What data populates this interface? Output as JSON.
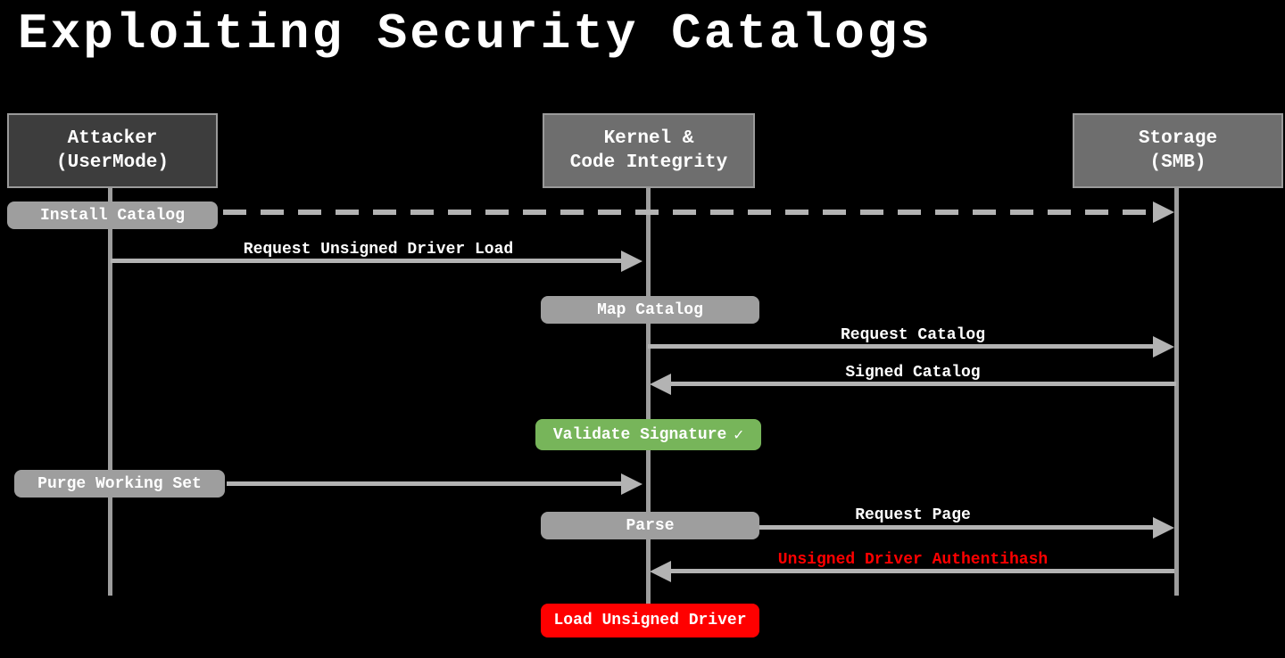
{
  "title": "Exploiting Security Catalogs",
  "actors": {
    "attacker": {
      "line1": "Attacker",
      "line2": "(UserMode)"
    },
    "kernel": {
      "line1": "Kernel &",
      "line2": "Code Integrity"
    },
    "storage": {
      "line1": "Storage",
      "line2": "(SMB)"
    }
  },
  "messages": {
    "install_catalog": "Install Catalog",
    "request_unsigned_driver_load": "Request Unsigned Driver Load",
    "map_catalog": "Map Catalog",
    "request_catalog": "Request Catalog",
    "signed_catalog": "Signed Catalog",
    "validate_signature": "Validate Signature",
    "validate_signature_check": "✓",
    "purge_working_set": "Purge Working Set",
    "parse": "Parse",
    "request_page": "Request Page",
    "unsigned_driver_authentihash": "Unsigned Driver Authentihash",
    "load_unsigned_driver": "Load Unsigned Driver"
  },
  "colors": {
    "background": "#000000",
    "actor_dark_fill": "#3d3d3d",
    "actor_gray_fill": "#6e6e6e",
    "message_box_fill": "#9e9e9e",
    "success_green": "#77b55a",
    "danger_red": "#ff0000",
    "arrow_gray": "#b3b3b3",
    "text_white": "#ffffff"
  }
}
